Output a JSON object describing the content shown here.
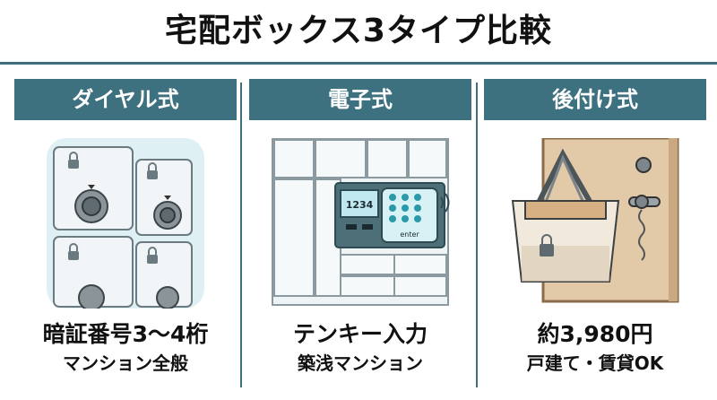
{
  "title": "宅配ボックス3タイプ比較",
  "colors": {
    "accent": "#3d7180",
    "divider": "#3f6f7c"
  },
  "columns": [
    {
      "header": "ダイヤル式",
      "line1": "暗証番号3〜4桁",
      "line2": "マンション全般",
      "icon": "dial-lock-locker-icon"
    },
    {
      "header": "電子式",
      "line1": "テンキー入力",
      "line2": "築浅マンション",
      "icon": "keypad-locker-icon",
      "screen_code": "1234",
      "keypad_enter": "enter"
    },
    {
      "header": "後付け式",
      "line1": "約3,980円",
      "line2": "戸建て・賃貸OK",
      "icon": "door-hanging-bag-icon"
    }
  ]
}
